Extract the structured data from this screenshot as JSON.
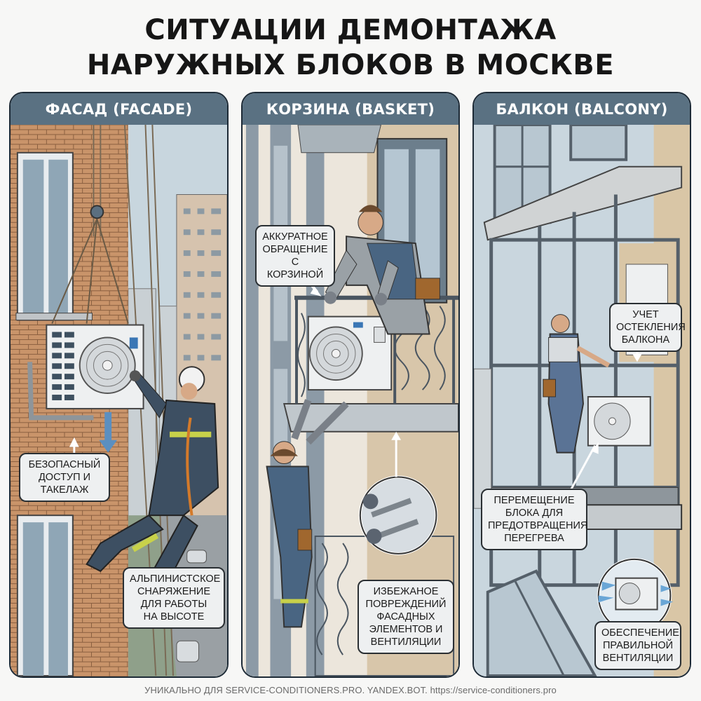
{
  "title": {
    "line1": "СИТУАЦИИ ДЕМОНТАЖА",
    "line2": "НАРУЖНЫХ БЛОКОВ В МОСКВЕ"
  },
  "panels": [
    {
      "id": "facade",
      "header": "ФАСАД (FACADE)",
      "callouts": [
        {
          "text": "БЕЗОПАСНЫЙ\nДОСТУП И\nТАКЕЛАЖ"
        },
        {
          "text": "АЛЬПИНИСТСКОЕ\nСНАРЯЖЕНИЕ\nДЛЯ РАБОТЫ\nНА ВЫСОТЕ"
        }
      ]
    },
    {
      "id": "basket",
      "header": "КОРЗИНА (BASKET)",
      "callouts": [
        {
          "text": "АККУРАТНОЕ\nОБРАЩЕНИЕ\nС КОРЗИНОЙ"
        },
        {
          "text": "ИЗБЕЖАНОЕ\nПОВРЕЖДЕНИЙ\nФАСАДНЫХ\nЭЛЕМЕНТОВ И\nВЕНТИЛЯЦИИ"
        }
      ]
    },
    {
      "id": "balcony",
      "header": "БАЛКОН (BALCONY)",
      "callouts": [
        {
          "text": "УЧЕТ\nОСТЕКЛЕНИЯ\nБАЛКОНА"
        },
        {
          "text": "ПЕРЕМЕЩЕНИЕ\nБЛОКА ДЛЯ\nПРЕДОТВРАЩЕНИЯ\nПЕРЕГРЕВА"
        },
        {
          "text": "ОБЕСПЕЧЕНИЕ\nПРАВИЛЬНОЙ\nВЕНТИЛЯЦИИ"
        }
      ]
    }
  ],
  "footer": "УНИКАЛЬНО ДЛЯ SERVICE-CONDITIONERS.PRO. YANDEX.BOT. https://service-conditioners.pro",
  "colors": {
    "header_bg": "#5a7182",
    "panel_border": "#1d2a36",
    "brick": "#c9946a",
    "callout_bg": "#eef0f1",
    "arrow_blue": "#5b8fc0"
  }
}
